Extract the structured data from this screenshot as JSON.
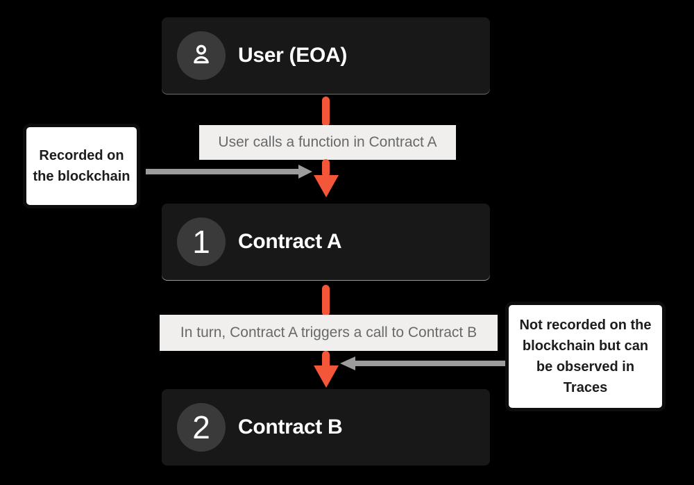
{
  "diagram": {
    "nodes": [
      {
        "id": "user",
        "icon": "user-icon",
        "title": "User (EOA)"
      },
      {
        "id": "contract-a",
        "badge": "1",
        "title": "Contract A"
      },
      {
        "id": "contract-b",
        "badge": "2",
        "title": "Contract B"
      }
    ],
    "flow_labels": {
      "user_to_a": "User calls a function in Contract A",
      "a_to_b": "In turn, Contract A triggers a call to Contract B"
    },
    "annotations": {
      "left": "Recorded on the blockchain",
      "right": "Not recorded on the blockchain but can be observed in Traces"
    },
    "colors": {
      "background": "#000000",
      "node_background": "#181818",
      "badge_background": "#3A3A3A",
      "node_text": "#FFFFFF",
      "arrow_orange": "#F4563A",
      "arrow_gray": "#9C9C9C",
      "edge_label_background": "#F0EFED",
      "edge_label_text": "#67696B",
      "callout_background": "#FFFFFF",
      "callout_border": "#0D0D0D"
    }
  }
}
